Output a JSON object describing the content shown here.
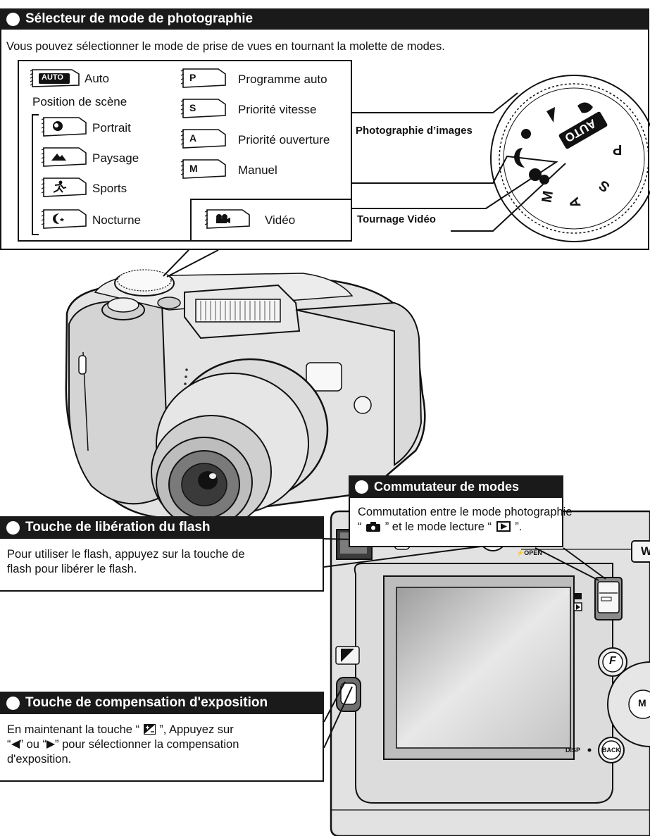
{
  "mode_selector": {
    "title": "Sélecteur de mode de photographie",
    "intro": "Vous pouvez sélectionner le mode de prise de vues en tournant la molette de modes.",
    "auto_label": "Auto",
    "auto_badge": "AUTO",
    "scene_heading": "Position de scène",
    "scene_items": [
      {
        "label": "Portrait",
        "icon": "portrait-icon"
      },
      {
        "label": "Paysage",
        "icon": "landscape-icon"
      },
      {
        "label": "Sports",
        "icon": "sports-icon"
      },
      {
        "label": "Nocturne",
        "icon": "night-icon"
      }
    ],
    "modes": [
      {
        "letter": "P",
        "label": "Programme auto"
      },
      {
        "letter": "S",
        "label": "Priorité vitesse"
      },
      {
        "letter": "A",
        "label": "Priorité ouverture"
      },
      {
        "letter": "M",
        "label": "Manuel"
      }
    ],
    "video_label": "Vidéo",
    "photo_callout": "Photographie d’images",
    "video_callout": "Tournage Vidéo",
    "dial_labels": {
      "auto": "AUTO",
      "p": "P",
      "s": "S",
      "a": "A",
      "m": "M"
    }
  },
  "mode_switch": {
    "title": "Commutateur de modes",
    "line1": "Commutation entre le mode photographie",
    "line2_a": "“",
    "line2_b": "” et le mode lecture “",
    "line2_c": "”."
  },
  "flash_release": {
    "title": "Touche de libération du flash",
    "line1": "Pour utiliser le flash, appuyez sur la touche de",
    "line2": "flash pour libérer le flash."
  },
  "exposure": {
    "title": "Touche de compensation d'exposition",
    "line1_a": "En maintenant la touche “",
    "line1_b": "”, Appuyez sur",
    "line2_a": "“",
    "line2_b": "” ou “",
    "line2_c": "” pour sélectionner la compensation",
    "line3": "d'exposition."
  },
  "camera_back": {
    "open_label": "OPEN",
    "zoom_w": "W",
    "disp_label": "DISP",
    "back_label": "BACK",
    "f_label": "F",
    "m_label": "M"
  },
  "colors": {
    "header_bg": "#1a1a1a",
    "line": "#111111",
    "camera_gray": "#d9d9d9",
    "lcd": "#b8b8b8"
  }
}
